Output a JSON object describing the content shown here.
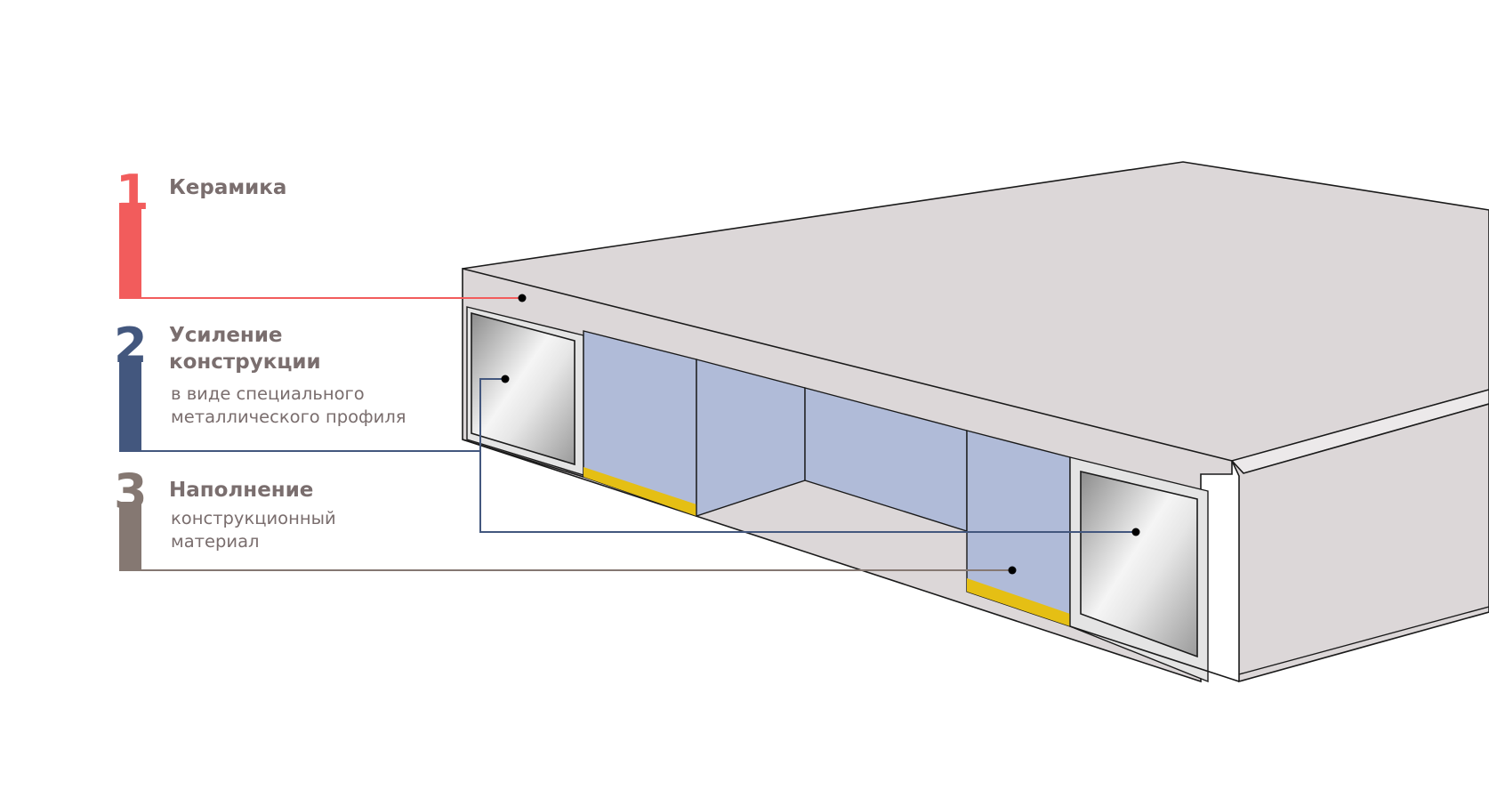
{
  "colors": {
    "ceramic": "#f25c5c",
    "reinforcement": "#43577e",
    "filling": "#857872",
    "label_text": "#7a6e6e",
    "slab_face": "#dcd7d8",
    "filler_panel": "#b0bbd8",
    "yellow_strip": "#e5bf14",
    "outline": "#1a1a1a"
  },
  "labels": [
    {
      "number": "1",
      "title_lines": [
        "Керамика"
      ],
      "desc_lines": []
    },
    {
      "number": "2",
      "title_lines": [
        "Усиление",
        "конструкции"
      ],
      "desc_lines": [
        "в виде специального",
        "металлического профиля"
      ]
    },
    {
      "number": "3",
      "title_lines": [
        "Наполнение"
      ],
      "desc_lines": [
        "конструкционный",
        "материал"
      ]
    }
  ],
  "icons": {
    "leader_point": "filled-dot",
    "metal_profile": "square-steel-tube"
  }
}
